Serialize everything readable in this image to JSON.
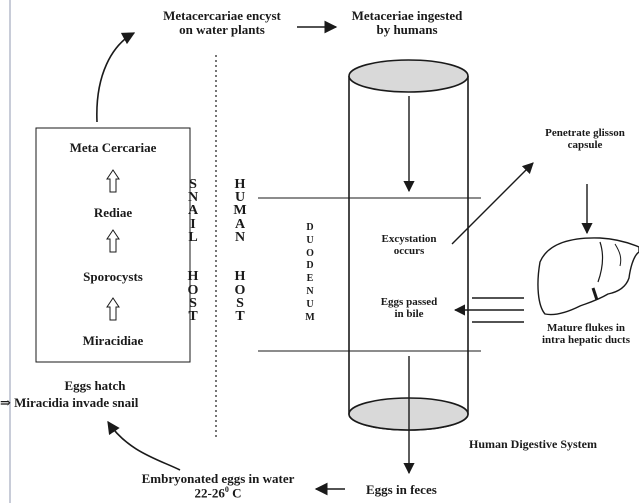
{
  "stage1": {
    "text": "Metacercariae encyst\non water plants"
  },
  "stage2": {
    "text": "Metaceriae ingested\nby humans"
  },
  "penetrate": {
    "text": "Penetrate glisson\ncapsule"
  },
  "snail_stages": [
    "Meta Cercariae",
    "Rediae",
    "Sporocysts",
    "Miracidiae"
  ],
  "snail_host": [
    "S",
    "N",
    "A",
    "I",
    "L",
    "",
    "H",
    "O",
    "S",
    "T"
  ],
  "human_host": [
    "H",
    "U",
    "M",
    "A",
    "N",
    "",
    "H",
    "O",
    "S",
    "T"
  ],
  "duodenum": [
    "D",
    "U",
    "O",
    "D",
    "E",
    "N",
    "U",
    "M"
  ],
  "excystation": {
    "text": "Excystation\noccurs"
  },
  "eggs_bile": {
    "text": "Eggs passed\nin bile"
  },
  "mature": {
    "text": "Mature flukes in\nintra hepatic ducts"
  },
  "eggs_hatch": {
    "line1": "Eggs hatch",
    "line2": "⇒ Miracidia invade snail"
  },
  "human_system": {
    "text": "Human Digestive System"
  },
  "embryonated": {
    "line1": "Embryonated eggs in water",
    "temp": "22-26",
    "deg": "0",
    "unit": " C"
  },
  "feces": {
    "text": "Eggs in feces"
  },
  "colors": {
    "ink": "#1a1a1a",
    "cylinder_cap": "#d9d9d9"
  }
}
